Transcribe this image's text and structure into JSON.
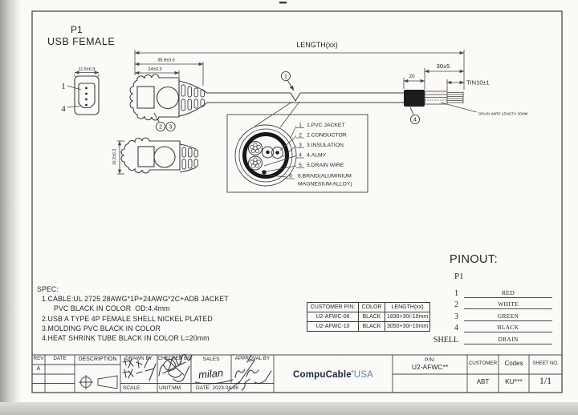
{
  "title": {
    "p1": "P1",
    "connector": "USB FEMALE"
  },
  "dims": {
    "front_width": "11.5±0.3",
    "side_height": "16.2±0.3",
    "overall_length": "38.8±0.5",
    "body_length": "24±0.3",
    "cable_length": "LENGTH(xx)",
    "heat_shrink": "20",
    "strip": "30±5",
    "tin": "TIN10±1",
    "drain_note": "DRAIN WIRE LENGTH 30MM"
  },
  "pin_markers": {
    "top": "1",
    "bottom": "4"
  },
  "callouts": {
    "jacket": "1",
    "mold_a": "2",
    "mold_b": "3",
    "shrink": "4"
  },
  "cross_section": {
    "items": [
      {
        "num": "1",
        "label": "1.PVC JACKET"
      },
      {
        "num": "2",
        "label": "2.CONDUCTOR"
      },
      {
        "num": "3",
        "label": "3.INSULATION"
      },
      {
        "num": "4",
        "label": "4.ALMY"
      },
      {
        "num": "5",
        "label": "5.DRAIN WIRE"
      },
      {
        "num": "6",
        "label": "6.BRAID(ALUMINIUM"
      }
    ],
    "label6_line2": "MAGNESIUM ALLOY)"
  },
  "spec": {
    "heading": "SPEC:",
    "line1": "1.CABLE:UL 2725 28AWG*1P+24AWG*2C+ADB JACKET",
    "line2": "PVC BLACK IN COLOR  OD:4.4mm",
    "line3": "2.USB A TYPE 4P FEMALE SHELL NICKEL PLATED",
    "line4": "3.MOLDING PVC BLACK IN COLOR",
    "line5": "4.HEAT SHRINK TUBE BLACK IN COLOR L=20mm"
  },
  "part_table": {
    "col1": "CUSTOMER P/N:",
    "col2": "COLOR",
    "col3": "LENGTH(xx)",
    "rows": [
      {
        "pn": "U2-AFWC-06",
        "color": "BLACK",
        "length": "1830+30/-10mm"
      },
      {
        "pn": "U2-AFWC-10",
        "color": "BLACK",
        "length": "3050+30/-10mm"
      }
    ]
  },
  "pinout": {
    "heading": "PINOUT:",
    "connector": "P1",
    "rows": [
      {
        "pin": "1",
        "wire": "RED"
      },
      {
        "pin": "2",
        "wire": "WHITE"
      },
      {
        "pin": "3",
        "wire": "GREEN"
      },
      {
        "pin": "4",
        "wire": "BLACK"
      },
      {
        "pin": "SHELL",
        "wire": "DRAIN"
      }
    ]
  },
  "title_block": {
    "rev": "REV",
    "date": "DATE",
    "description": "DESCRIPTION",
    "drawn_by": "DRAWN BY",
    "checked_by": "CHECKED BY",
    "sales": "SALES",
    "approval_by": "APPROVAL BY",
    "rev_value": "A",
    "scale": "SCALE:",
    "unit": "UNIT:MM",
    "date_value": "DATE: 2023.04.06",
    "sales_signature": "milan",
    "pn_label": "P/N:",
    "pn_value": "U2-AFWC**",
    "customer": "CUSTOMER",
    "codes": "Codes",
    "sheet_no": "SHEET NO.",
    "customer_value": "ABT",
    "codes_value": "KU***",
    "sheet_value": "1/1",
    "logo_part1": "CompuCable",
    "logo_part2": "USA",
    "logo_plus": "+"
  },
  "colors": {
    "ink": "#26262c",
    "line": "#45454c",
    "logo_dark": "#16254e",
    "logo_blue": "#5b7fc4",
    "paper": "#fbfaf7"
  }
}
